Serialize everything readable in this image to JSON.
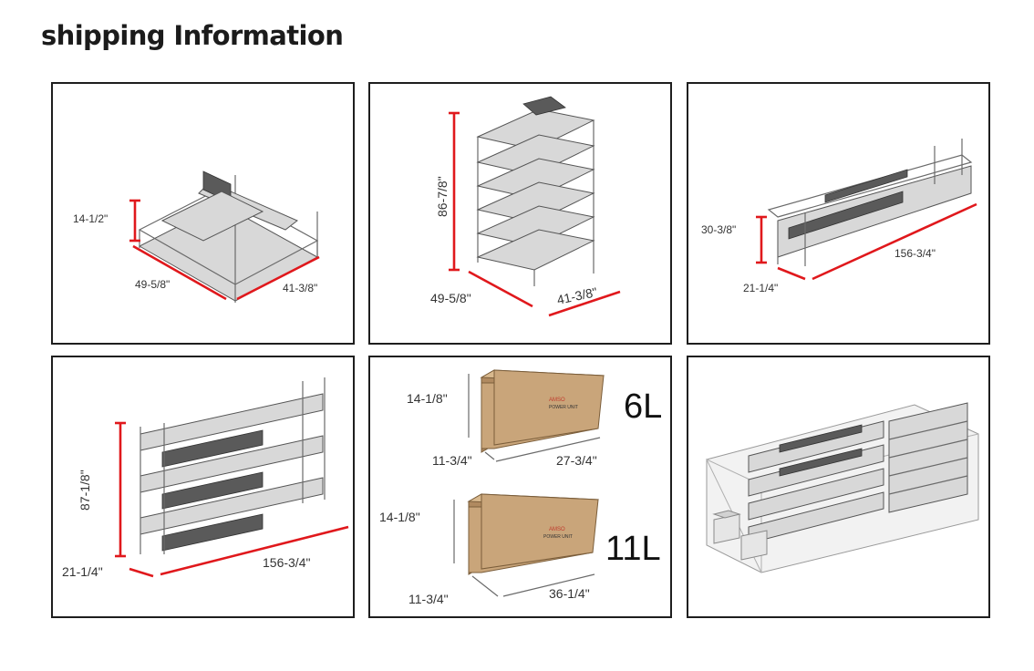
{
  "page": {
    "title": "shipping Information"
  },
  "images": [
    {
      "name": "rack-base",
      "dims": [
        "14-1/2\"",
        "49-5/8\"",
        "41-3/8\""
      ]
    },
    {
      "name": "rack-stack",
      "dims": [
        "86-7/8\"",
        "49-5/8\"",
        "41-3/8\""
      ]
    },
    {
      "name": "rail-unit",
      "dims": [
        "30-3/8\"",
        "21-1/4\"",
        "156-3/4\""
      ]
    },
    {
      "name": "rail-stack",
      "dims": [
        "87-1/8\"",
        "21-1/4\"",
        "156-3/4\""
      ]
    },
    {
      "name": "power-unit-boxes",
      "boxes": [
        {
          "model": "6L",
          "dims": [
            "14-1/8\"",
            "11-3/4\"",
            "27-3/4\""
          ],
          "print": [
            "AMSO",
            "POWER UNIT"
          ]
        },
        {
          "model": "11L",
          "dims": [
            "14-1/8\"",
            "11-3/4\"",
            "36-1/4\""
          ],
          "print": [
            "AMSO",
            "POWER UNIT"
          ]
        }
      ]
    },
    {
      "name": "container-loading"
    }
  ],
  "colors": {
    "dimension_line": "#e0181c",
    "border": "#1e1e1e",
    "title": "#1b1b1b",
    "carton": "#c9a57a"
  }
}
